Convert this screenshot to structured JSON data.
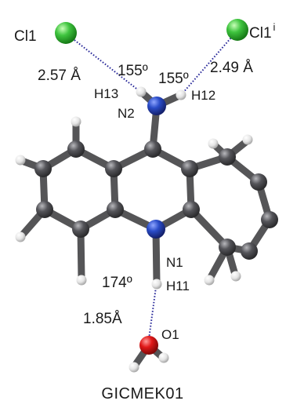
{
  "labels": {
    "cl1_left": "Cl1",
    "cl1_right": "Cl1",
    "cl1_right_sup": "i",
    "dist_left": "2.57 Å",
    "dist_right": "2.49 Å",
    "angle_left": "155º",
    "angle_right": "155º",
    "h13": "H13",
    "h12": "H12",
    "n2": "N2",
    "n1": "N1",
    "angle_bottom": "174º",
    "h11": "H11",
    "dist_bottom": "1.85Å",
    "o1": "O1",
    "caption": "GICMEK01"
  },
  "colors": {
    "carbon": "#4a4a4c",
    "nitrogen": "#2040b0",
    "oxygen": "#d81818",
    "hydrogen": "#e8e8e8",
    "chlorine": "#3fc43f",
    "hbond": "#2a2a9a",
    "bond": "#555557"
  }
}
